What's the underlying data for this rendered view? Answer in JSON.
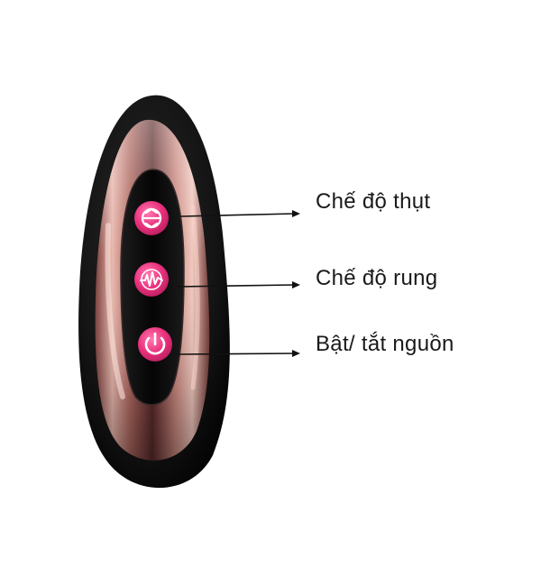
{
  "labels": {
    "thrust_mode": "Chế độ thụt",
    "vibrate_mode": "Chế độ rung",
    "power": "Bật/ tắt nguồn"
  },
  "buttons": [
    {
      "id": "thrust",
      "icon": "thrust-mode-icon",
      "label_ref": "labels.thrust_mode"
    },
    {
      "id": "vibrate",
      "icon": "vibration-wave-icon",
      "label_ref": "labels.vibrate_mode"
    },
    {
      "id": "power",
      "icon": "power-icon",
      "label_ref": "labels.power"
    }
  ],
  "colors": {
    "button_pink": "#e8307a",
    "button_highlight": "#ff6aa8",
    "outer_body": "#111111",
    "metal_rose": "#c98a86",
    "panel_black": "#0b0b0b",
    "arrow": "#111111",
    "text": "#1a1a1a"
  }
}
